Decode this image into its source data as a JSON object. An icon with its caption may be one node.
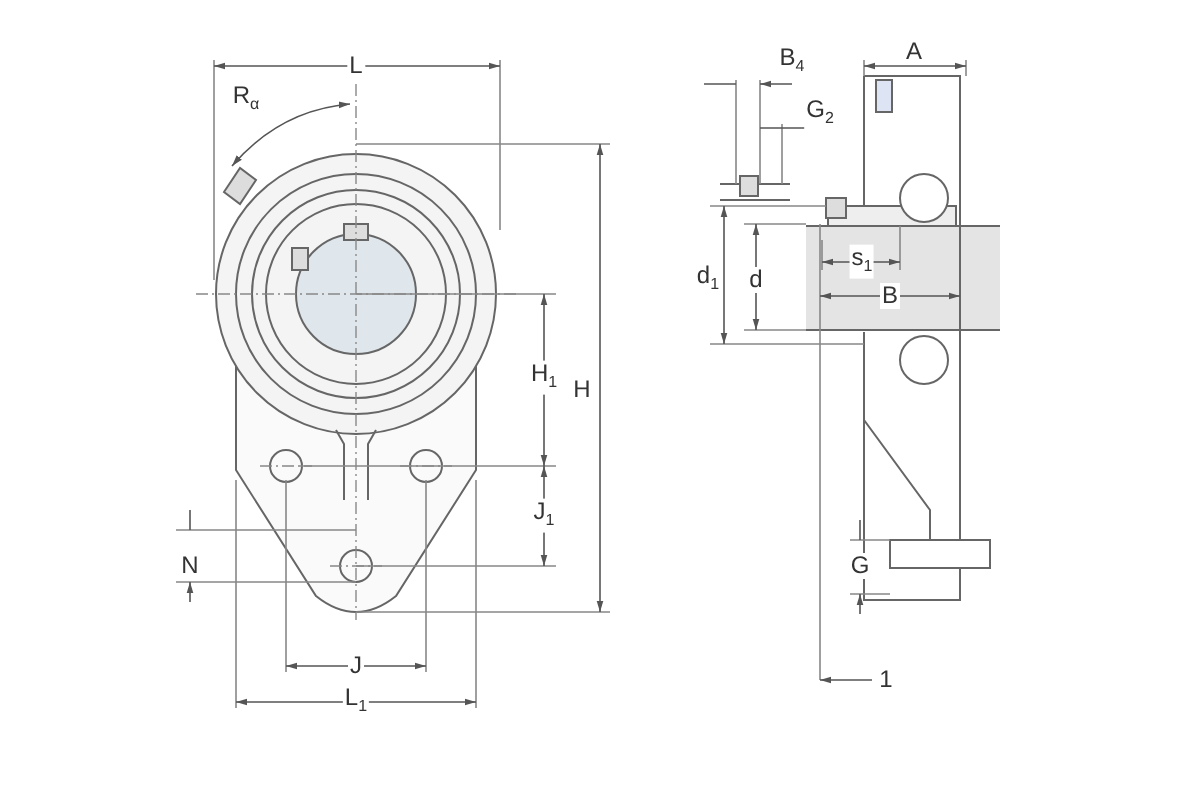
{
  "diagram": {
    "labels": [
      "L",
      "R$_{α}$",
      "B$_{4}$",
      "A",
      "G$_{2}$",
      "d$_{1}$",
      "d",
      "s$_{1}$",
      "B",
      "H$_{1}$",
      "H",
      "J$_{1}$",
      "N",
      "G",
      "J",
      "L$_{1}$",
      "1"
    ]
  }
}
